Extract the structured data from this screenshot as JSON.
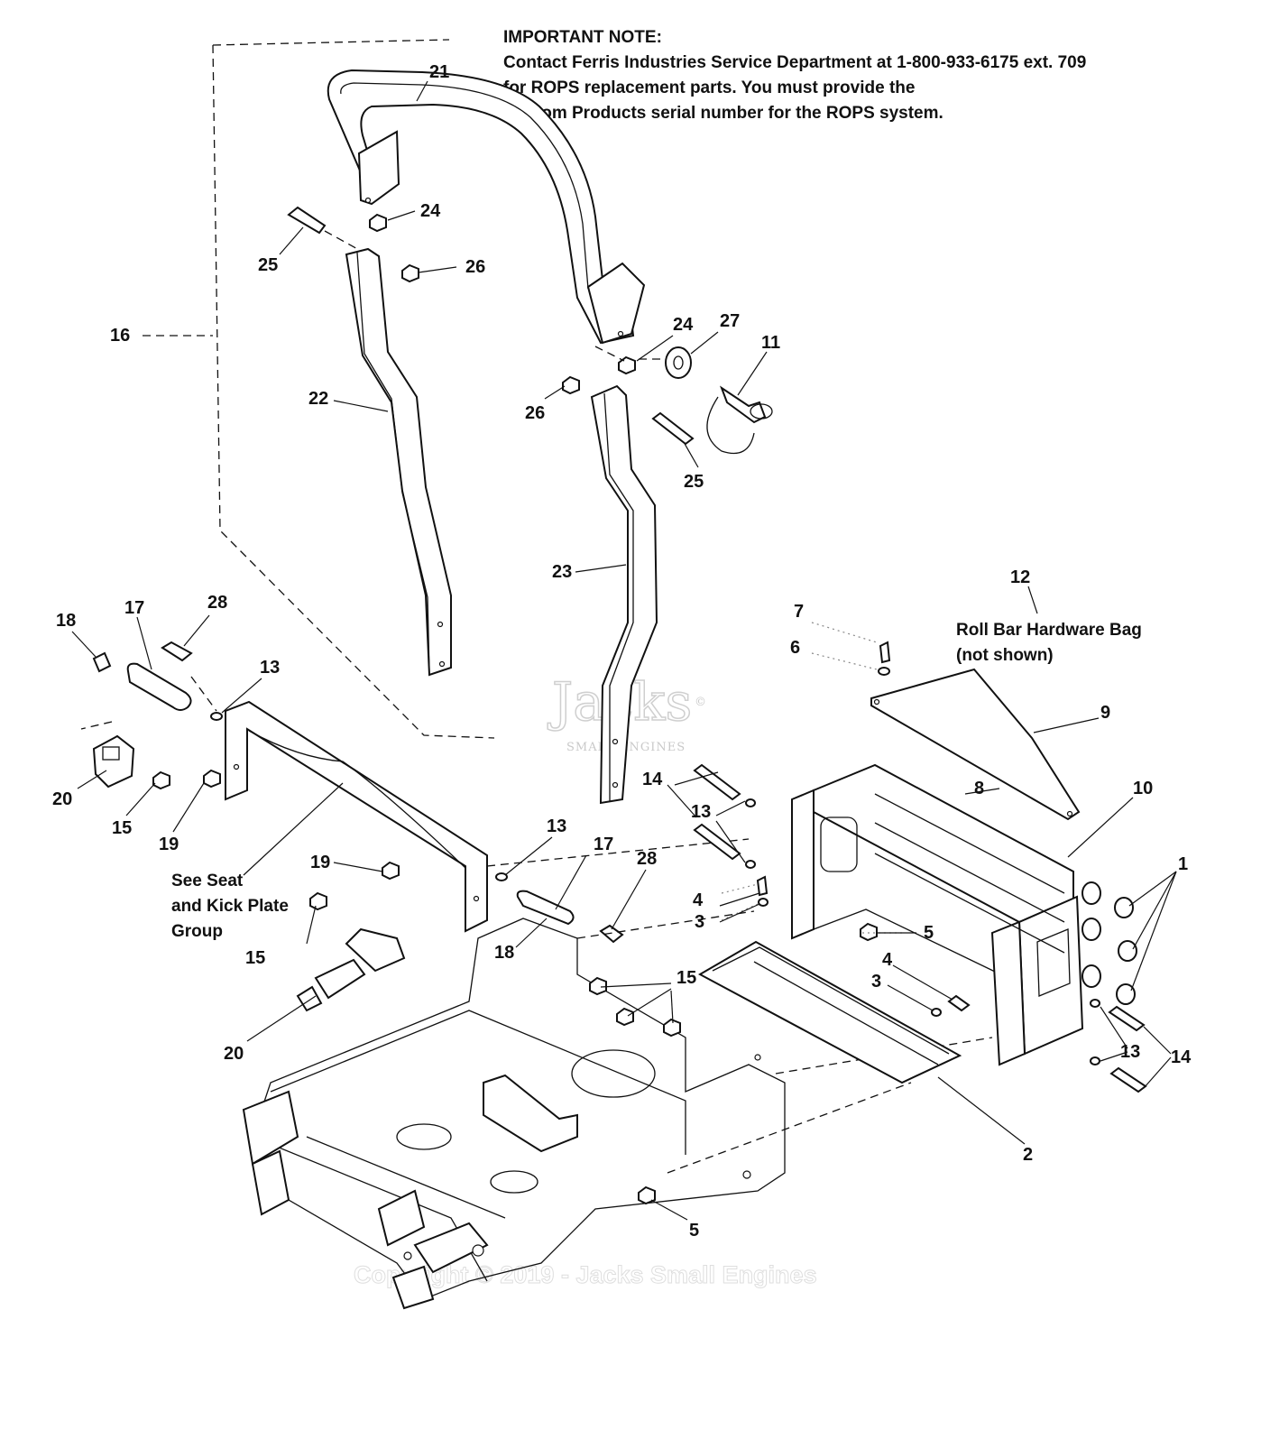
{
  "note": {
    "heading": "IMPORTANT NOTE:",
    "line1": "Contact Ferris Industries Service Department at 1-800-933-6175 ext. 709",
    "line2": "for ROPS replacement parts.  You must provide the",
    "line3": "Custom Products serial number for the ROPS system."
  },
  "captions": {
    "hardware_bag_line1": "Roll Bar Hardware Bag",
    "hardware_bag_line2": "(not shown)",
    "seat_group_line1": "See Seat",
    "seat_group_line2": "and Kick Plate",
    "seat_group_line3": "Group"
  },
  "callouts": [
    "21",
    "24",
    "25",
    "26",
    "16",
    "24",
    "27",
    "11",
    "22",
    "26",
    "25",
    "23",
    "12",
    "7",
    "6",
    "9",
    "18",
    "17",
    "28",
    "13",
    "20",
    "15",
    "19",
    "8",
    "10",
    "14",
    "13",
    "1",
    "13",
    "17",
    "28",
    "19",
    "4",
    "3",
    "5",
    "15",
    "18",
    "4",
    "3",
    "15",
    "20",
    "13",
    "14",
    "2",
    "5"
  ],
  "watermark": {
    "logo": "Jacks",
    "logo_sub": "SMALL ENGINES",
    "registered": "©",
    "copyright": "Copyright © 2019 - Jacks Small Engines"
  }
}
